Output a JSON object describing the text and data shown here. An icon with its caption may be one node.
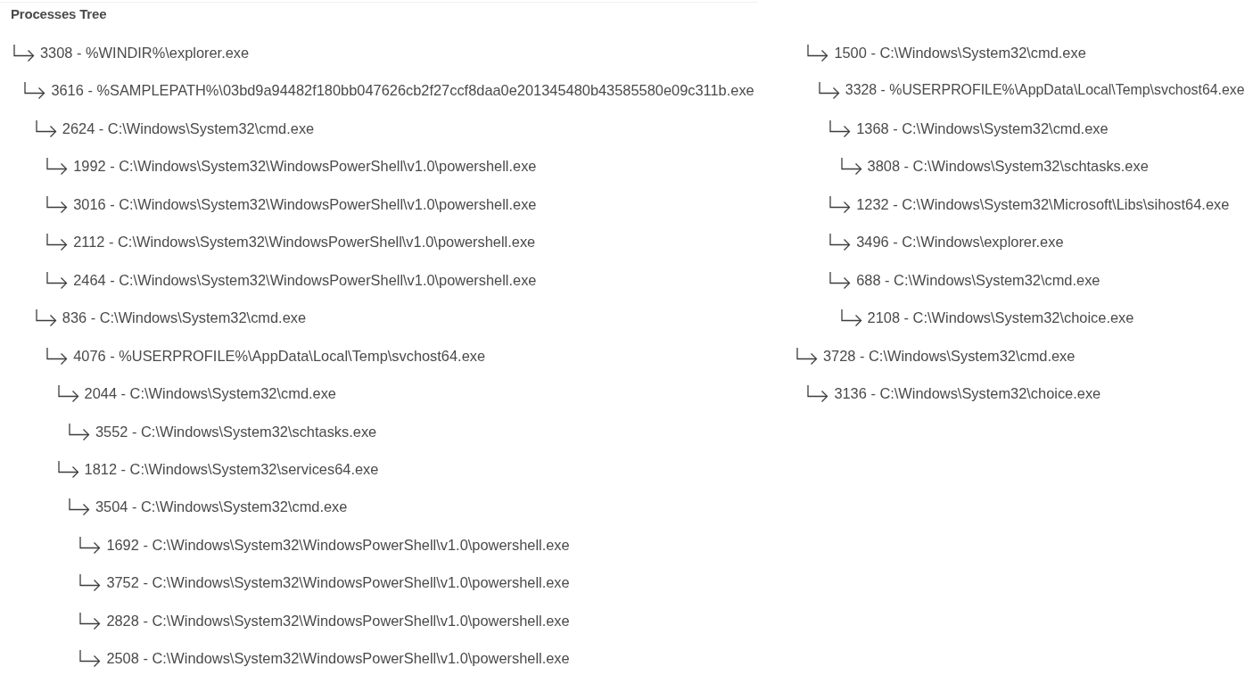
{
  "diagram": {
    "title": "Processes Tree",
    "labels": [
      "3308 - %WINDIR%\\explorer.exe",
      "3616 - %SAMPLEPATH%\\03bd9a94482f180bb047626cb2f27ccf8daa0e201345480b43585580e09c311b.exe",
      "2624 - C:\\Windows\\System32\\cmd.exe",
      "1992 - C:\\Windows\\System32\\WindowsPowerShell\\v1.0\\powershell.exe",
      "3016 - C:\\Windows\\System32\\WindowsPowerShell\\v1.0\\powershell.exe",
      "2112 - C:\\Windows\\System32\\WindowsPowerShell\\v1.0\\powershell.exe",
      "2464 - C:\\Windows\\System32\\WindowsPowerShell\\v1.0\\powershell.exe",
      "836 - C:\\Windows\\System32\\cmd.exe",
      "4076 - %USERPROFILE%\\AppData\\Local\\Temp\\svchost64.exe",
      "2044 - C:\\Windows\\System32\\cmd.exe",
      "3552 - C:\\Windows\\System32\\schtasks.exe",
      "1812 - C:\\Windows\\System32\\services64.exe",
      "3504 - C:\\Windows\\System32\\cmd.exe",
      "1692 - C:\\Windows\\System32\\WindowsPowerShell\\v1.0\\powershell.exe",
      "3752 - C:\\Windows\\System32\\WindowsPowerShell\\v1.0\\powershell.exe",
      "2828 - C:\\Windows\\System32\\WindowsPowerShell\\v1.0\\powershell.exe",
      "2508 - C:\\Windows\\System32\\WindowsPowerShell\\v1.0\\powershell.exe",
      "1500 - C:\\Windows\\System32\\cmd.exe",
      "3328 - %USERPROFILE%\\AppData\\Local\\Temp\\svchost64.exe",
      "1368 - C:\\Windows\\System32\\cmd.exe",
      "3808 - C:\\Windows\\System32\\schtasks.exe",
      "1232 - C:\\Windows\\System32\\Microsoft\\Libs\\sihost64.exe",
      "3496 - C:\\Windows\\explorer.exe",
      "688 - C:\\Windows\\System32\\cmd.exe",
      "2108 - C:\\Windows\\System32\\choice.exe",
      "3728 - C:\\Windows\\System32\\cmd.exe",
      "3136 - C:\\Windows\\System32\\choice.exe"
    ]
  }
}
